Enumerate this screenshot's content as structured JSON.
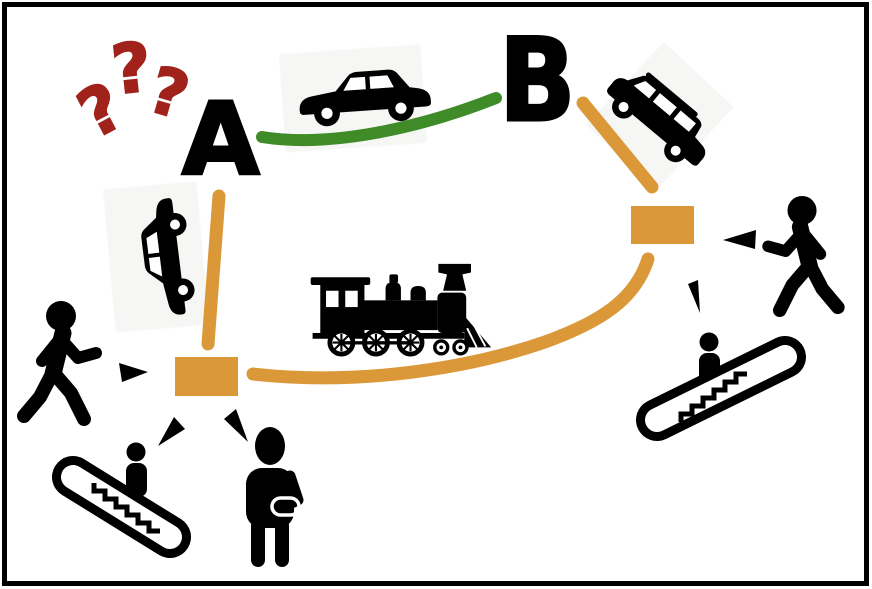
{
  "diagram": {
    "points": {
      "a": "A",
      "b": "B"
    },
    "question_marks": [
      "?",
      "?",
      "?"
    ],
    "colors": {
      "route_green": "#3e8b28",
      "route_orange": "#db9838",
      "hub_orange": "#db9838",
      "question_red": "#a0221a",
      "icon_black": "#000000",
      "card_bg": "#f6f6f4",
      "background": "#ffffff",
      "border": "#000000"
    },
    "hubs": {
      "a": {
        "name": "hub-a"
      },
      "b": {
        "name": "hub-b"
      }
    },
    "routes": {
      "car_a_to_b": {
        "mode": "car",
        "color": "#3e8b28",
        "from": "A",
        "to": "B"
      },
      "train_a_to_b": {
        "mode": "train",
        "color": "#db9838",
        "from": "A",
        "to": "B"
      },
      "car_link_a": {
        "mode": "car",
        "color": "#db9838",
        "endpoint": "A"
      },
      "car_link_b": {
        "mode": "car",
        "color": "#db9838",
        "endpoint": "B"
      }
    },
    "icons": [
      "question-marks",
      "sedan-car-icon",
      "suv-car-icon",
      "rotated-car-icon",
      "steam-train-icon",
      "walking-person-icon-left",
      "walking-person-icon-right",
      "escalator-icon-left",
      "escalator-icon-right",
      "person-holding-phone-icon",
      "arrow-wedge"
    ]
  }
}
